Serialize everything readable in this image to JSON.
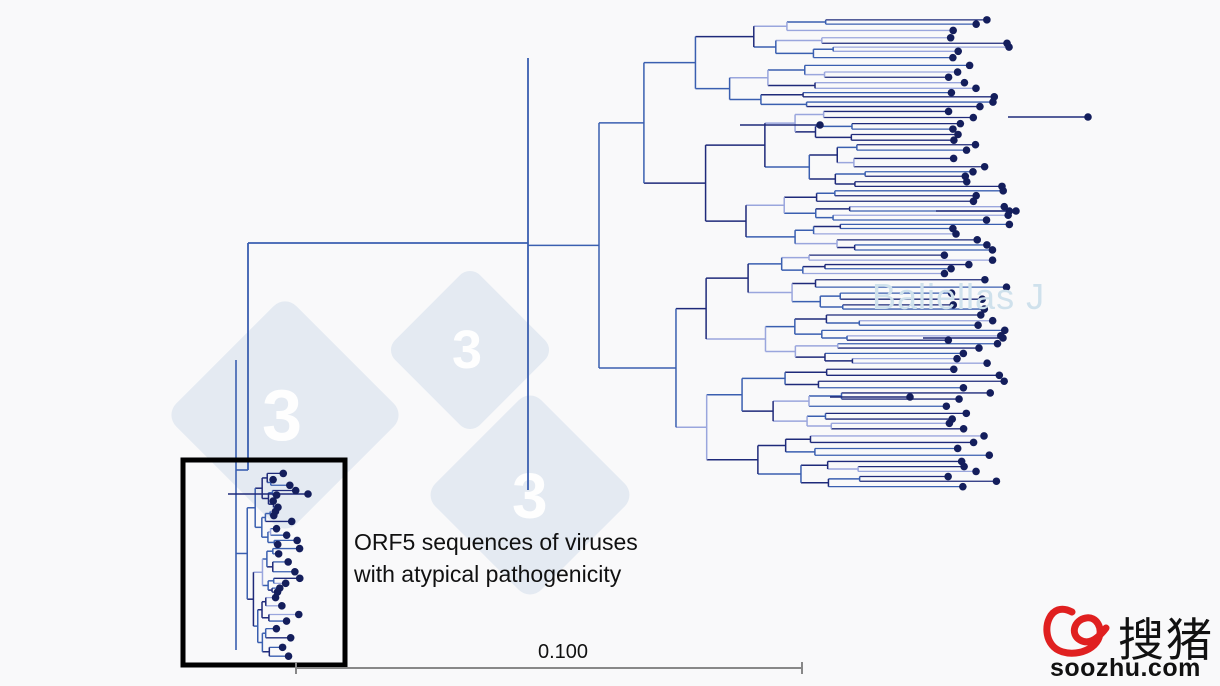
{
  "figure": {
    "annotation_lines": [
      "ORF5 sequences of viruses",
      "with atypical pathogenicity"
    ],
    "scale_bar_label": "0.100",
    "author_watermark": "Baliellas J",
    "brand_watermark_digit": "3",
    "site_logo": {
      "chinese": "搜猪",
      "domain": "soozhu.com"
    }
  },
  "colors": {
    "branch_dark": "#1f2a7a",
    "branch_mid": "#3a5fb0",
    "branch_light": "#9aa6dd",
    "tip_node": "#141e5c",
    "highlight_box": "#000000",
    "watermark_diamond": "#e2e9f2",
    "logo_red": "#e02020"
  }
}
